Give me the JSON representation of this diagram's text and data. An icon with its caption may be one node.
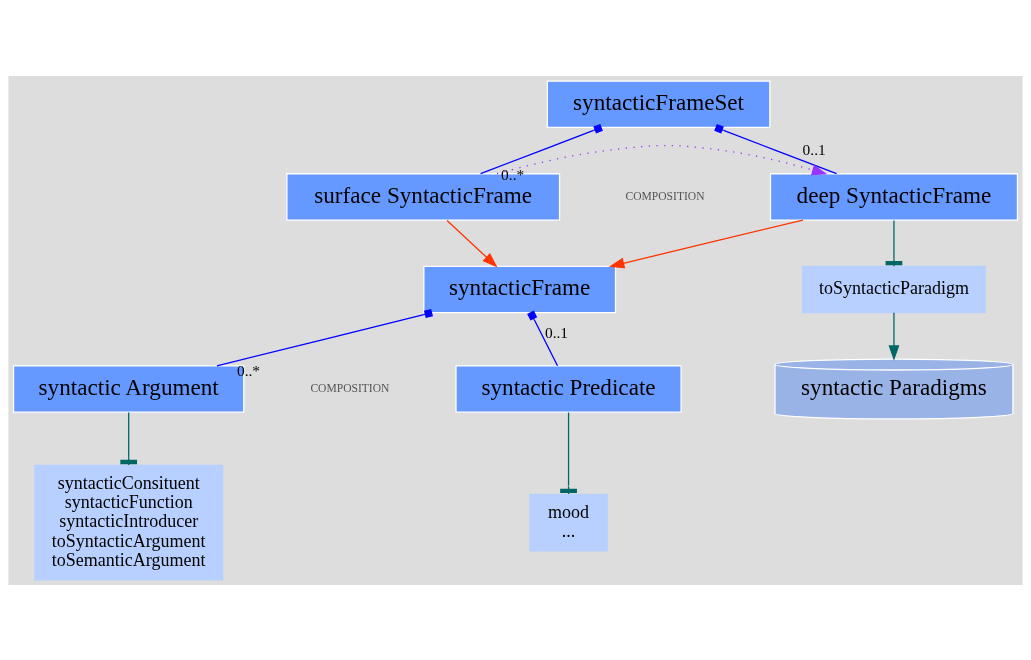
{
  "diagram": {
    "nodes": [
      {
        "text": [
          "syntacticFrameSet"
        ]
      },
      {
        "text": [
          "syntactic Paradigms"
        ]
      },
      {
        "text": [
          "surface SyntacticFrame"
        ]
      },
      {
        "text": [
          "deep SyntacticFrame"
        ]
      },
      {
        "text": [
          "syntacticConsituent",
          "syntacticFunction",
          "syntacticIntroducer",
          "toSyntacticArgument",
          "toSemanticArgument"
        ]
      },
      {
        "text": [
          "syntacticFrame"
        ]
      },
      {
        "text": [
          "toSyntacticParadigm"
        ]
      },
      {
        "text": [
          "mood",
          "..."
        ]
      },
      {
        "text": [
          "syntactic Argument"
        ]
      },
      {
        "text": [
          "syntactic Predicate"
        ]
      }
    ],
    "edges": [
      {
        "from": 0,
        "to": 2,
        "arrow": "other",
        "label": "0..*",
        "color": "#0000ff"
      },
      {
        "from": 0,
        "to": 3,
        "arrow": "other",
        "label": "0..1",
        "color": "#0000ff"
      },
      {
        "from": 2,
        "to": 3,
        "arrow": "to",
        "style": "dashed",
        "color": "#9933ff"
      },
      {
        "from": 2,
        "to": 5,
        "arrow": "to",
        "color": "#ff3300"
      },
      {
        "from": 3,
        "to": 5,
        "arrow": "to",
        "color": "#ff3300"
      },
      {
        "from": 3,
        "to": 6,
        "arrow": "other",
        "color": "#006666"
      },
      {
        "from": 6,
        "to": 1,
        "arrow": "to",
        "color": "#006666"
      },
      {
        "from": 5,
        "to": 8,
        "arrow": "other",
        "label": "0..*",
        "color": "#0000ff"
      },
      {
        "from": 5,
        "to": 9,
        "arrow": "other",
        "label": "0..1",
        "color": "#0000ff"
      },
      {
        "from": 8,
        "to": 4,
        "arrow": "other",
        "color": "#006666"
      },
      {
        "from": 9,
        "to": 7,
        "arrow": "other",
        "color": "#006666"
      }
    ],
    "labels": [
      "COMPOSITION",
      "COMPOSITION"
    ]
  }
}
